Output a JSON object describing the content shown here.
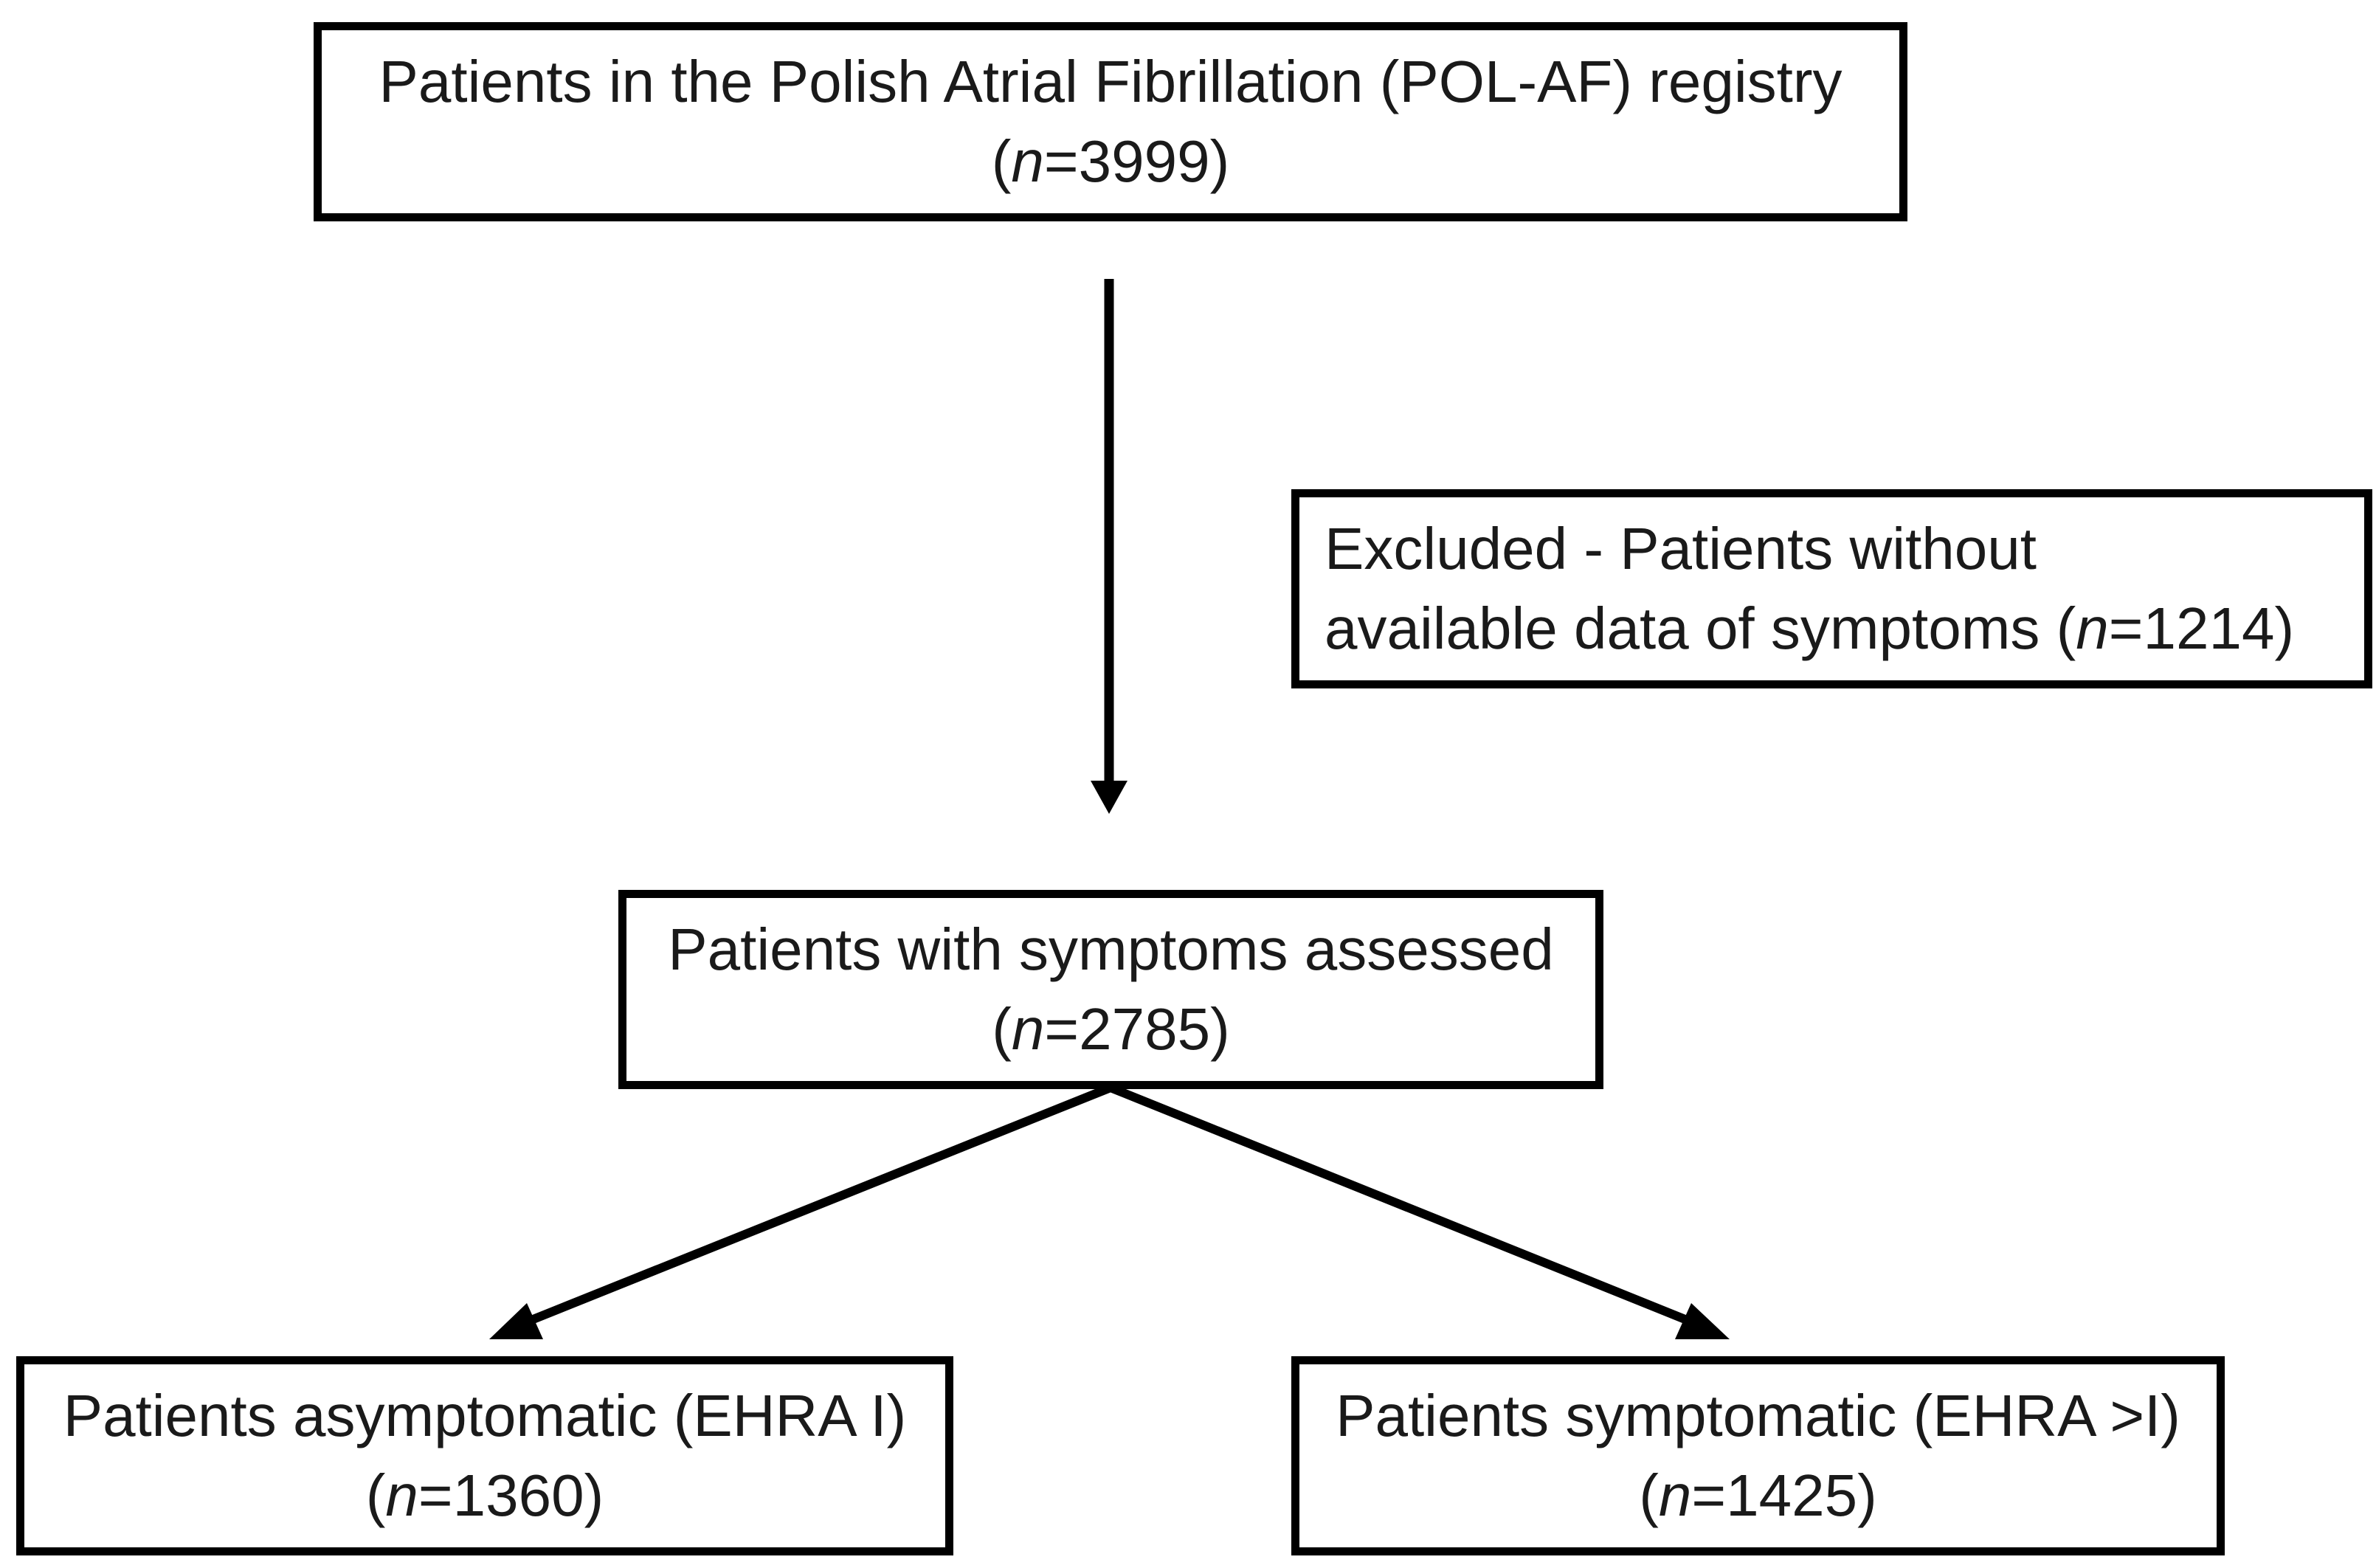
{
  "colors": {
    "stroke": "#000000",
    "text": "#1a1a1a",
    "background": "#ffffff"
  },
  "boxes": {
    "registry": {
      "line1": "Patients in the Polish Atrial Fibrillation (POL-AF) registry",
      "n_symbol": "n",
      "n_value": "=3999"
    },
    "excluded": {
      "line1": "Excluded - Patients without",
      "line2_prefix": "available data of symptoms (",
      "n_symbol": "n",
      "n_value": "=1214"
    },
    "assessed": {
      "line1": "Patients with symptoms assessed",
      "n_symbol": "n",
      "n_value": "=2785"
    },
    "asymptomatic": {
      "line1": "Patients asymptomatic (EHRA I)",
      "n_symbol": "n",
      "n_value": "=1360"
    },
    "symptomatic": {
      "line1": "Patients symptomatic (EHRA >I)",
      "n_symbol": "n",
      "n_value": "=1425"
    }
  },
  "arrows": [
    {
      "from": "registry",
      "to": "assessed"
    },
    {
      "from": "assessed",
      "to": "asymptomatic"
    },
    {
      "from": "assessed",
      "to": "symptomatic"
    }
  ]
}
